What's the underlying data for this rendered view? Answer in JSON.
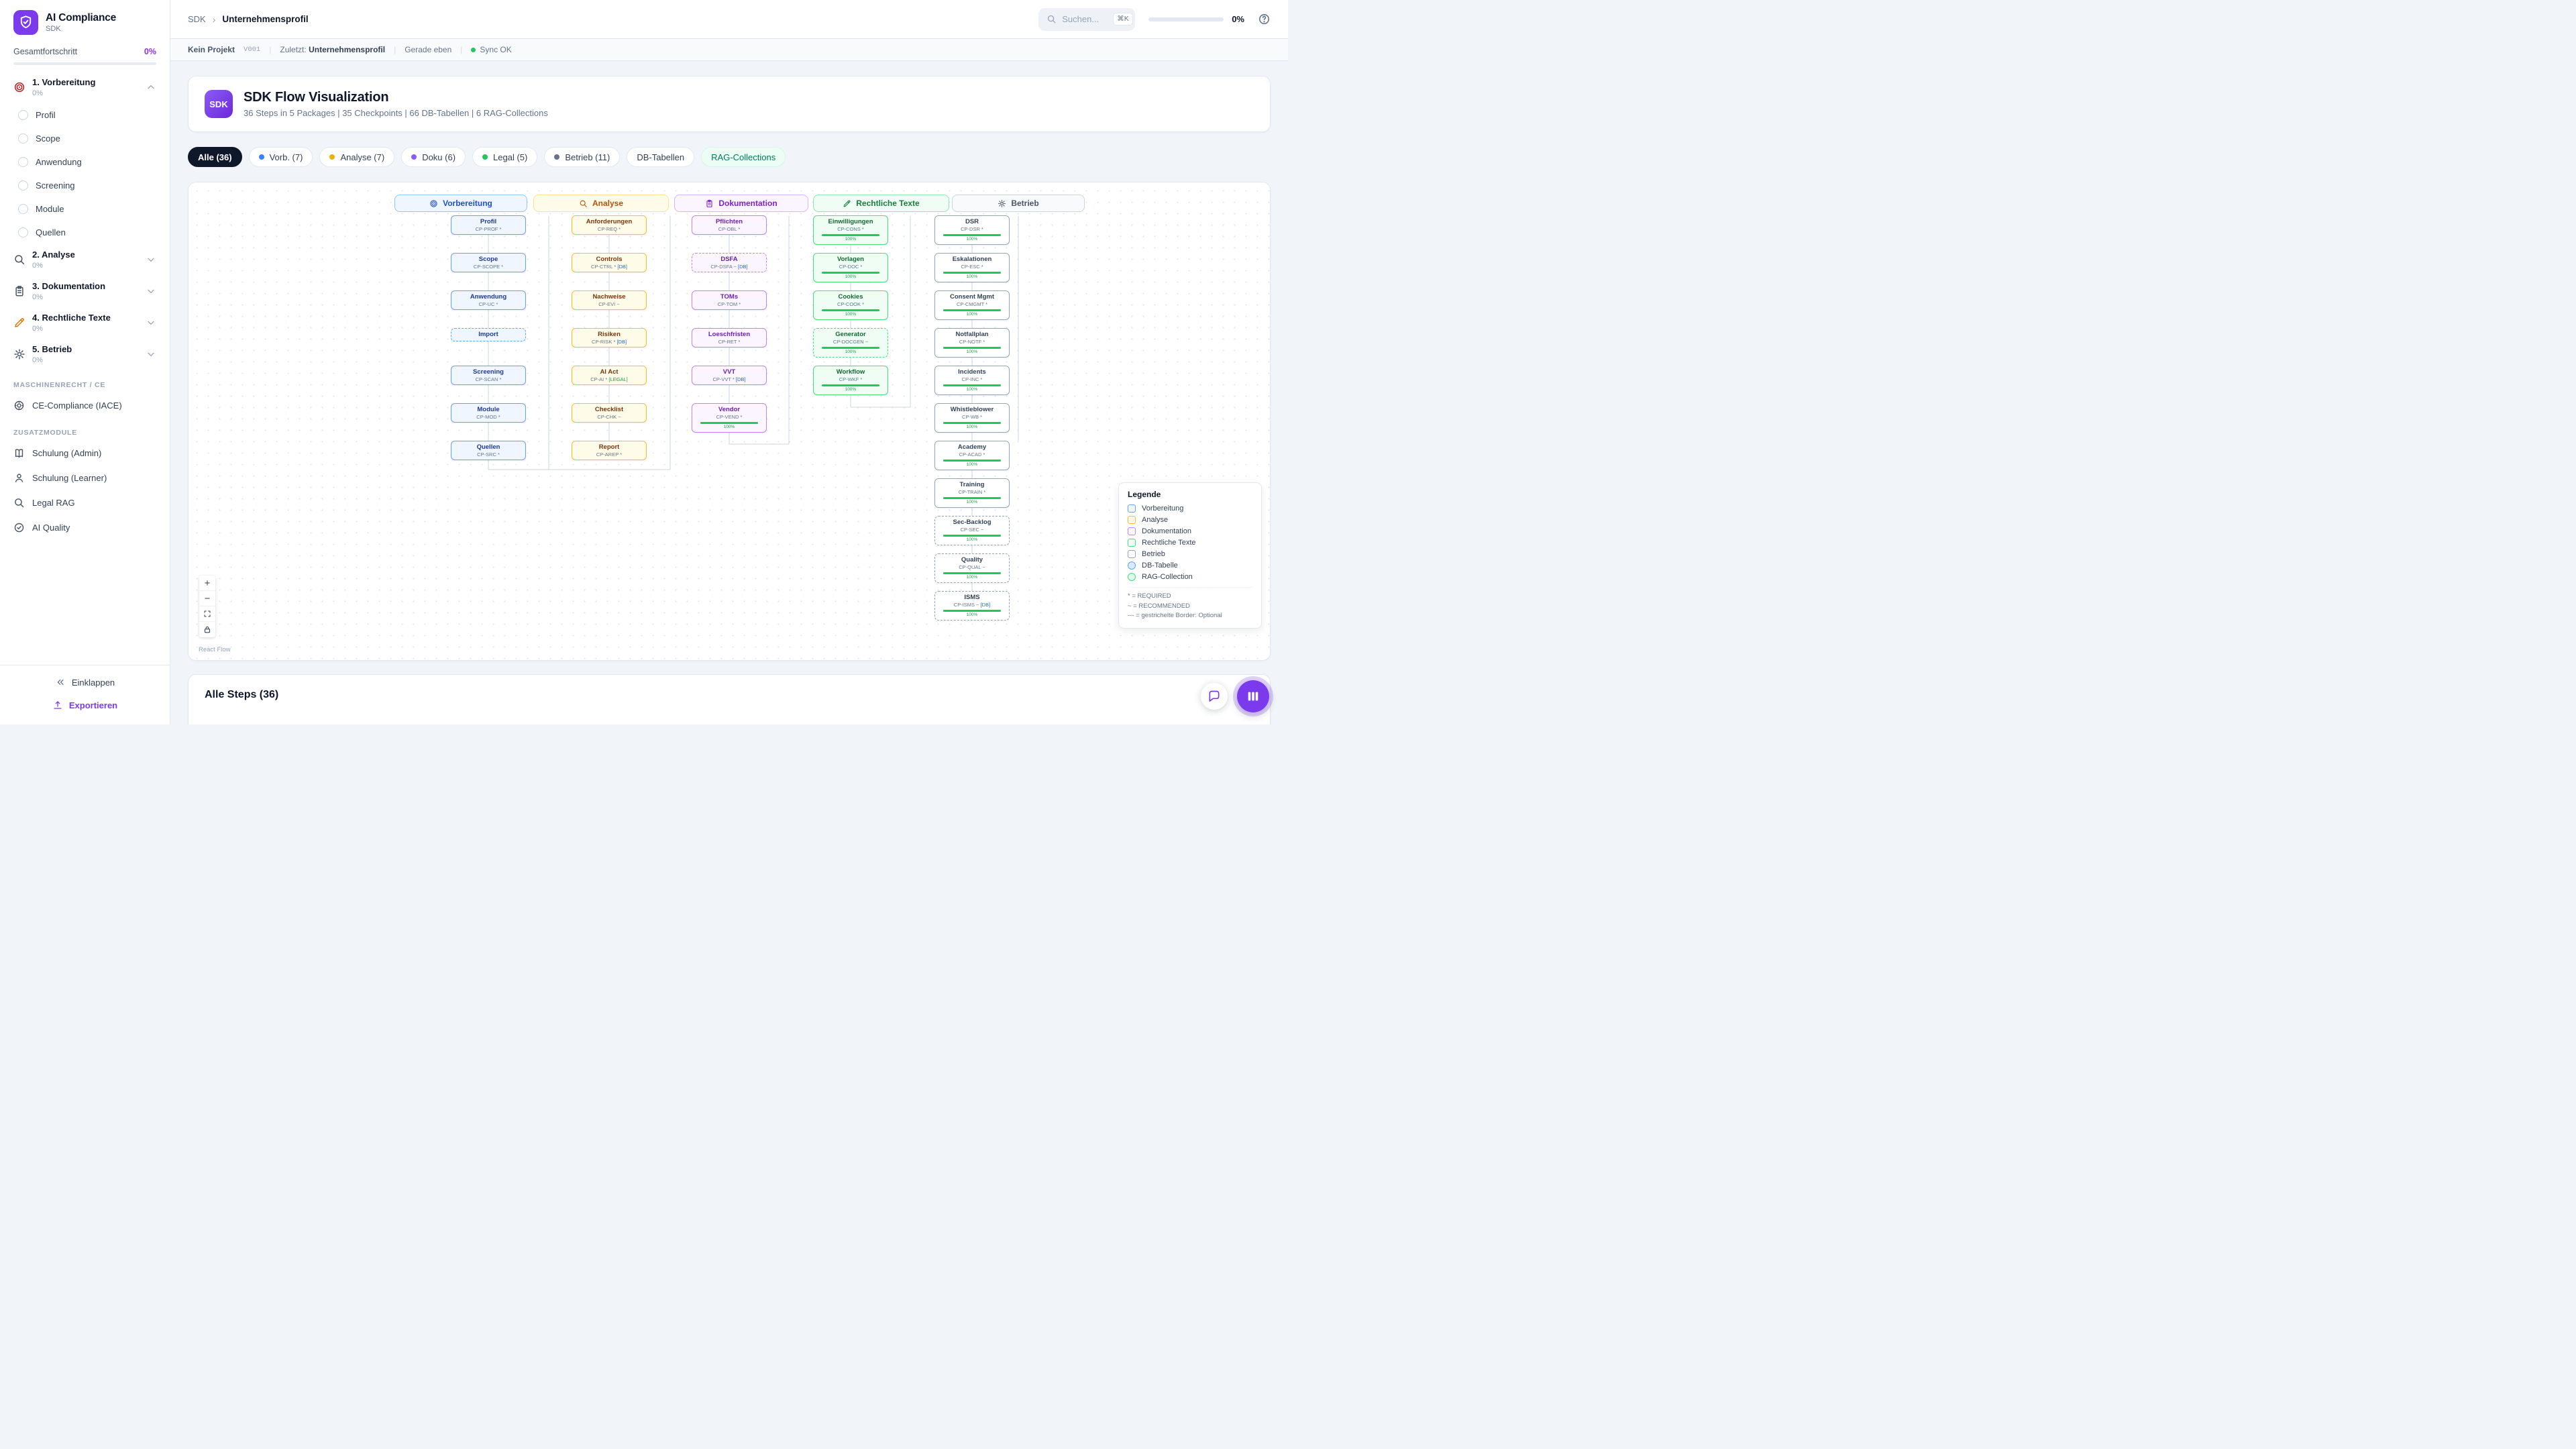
{
  "app": {
    "bg": "#f1f5f9",
    "accent": "#7c3aed"
  },
  "sidebar": {
    "logo": {
      "title": "AI Compliance",
      "subtitle": "SDK",
      "icon": "shield-check-icon",
      "color": "#7c3aed"
    },
    "progress": {
      "label": "Gesamtfortschritt",
      "value": "0%"
    },
    "sections": [
      {
        "label": "1. Vorbereitung",
        "percent": "0%",
        "icon": "target-icon",
        "icon_color": "#b91c1c",
        "expanded": true,
        "items": [
          "Profil",
          "Scope",
          "Anwendung",
          "Screening",
          "Module",
          "Quellen"
        ]
      },
      {
        "label": "2. Analyse",
        "percent": "0%",
        "icon": "search-icon",
        "icon_color": "#475569"
      },
      {
        "label": "3. Dokumentation",
        "percent": "0%",
        "icon": "clipboard-icon",
        "icon_color": "#475569"
      },
      {
        "label": "4. Rechtliche Texte",
        "percent": "0%",
        "icon": "pencil-icon",
        "icon_color": "#d97706"
      },
      {
        "label": "5. Betrieb",
        "percent": "0%",
        "icon": "gear-icon",
        "icon_color": "#475569"
      }
    ],
    "groups": [
      {
        "header": "MASCHINENRECHT / CE",
        "items": [
          {
            "label": "CE-Compliance (IACE)",
            "icon": "ce-badge-icon"
          }
        ]
      },
      {
        "header": "ZUSATZMODULE",
        "items": [
          {
            "label": "Schulung (Admin)",
            "icon": "book-icon"
          },
          {
            "label": "Schulung (Learner)",
            "icon": "person-icon"
          },
          {
            "label": "Legal RAG",
            "icon": "search-icon"
          },
          {
            "label": "AI Quality",
            "icon": "check-circle-icon"
          }
        ]
      }
    ],
    "footer": {
      "collapse_label": "Einklappen",
      "export_label": "Exportieren"
    }
  },
  "header": {
    "breadcrumb": {
      "root": "SDK",
      "current": "Unternehmensprofil"
    },
    "search": {
      "placeholder": "Suchen...",
      "shortcut": "⌘K"
    },
    "progress_value": "0%"
  },
  "statusbar": {
    "project": "Kein Projekt",
    "version": "V001",
    "last_label": "Zuletzt:",
    "last_value": "Unternehmensprofil",
    "timestamp": "Gerade eben",
    "sync_label": "Sync OK",
    "sync_color": "#22c55e"
  },
  "hero": {
    "badge_label": "SDK",
    "title": "SDK Flow Visualization",
    "subtitle": "36 Steps in 5 Packages | 35 Checkpoints | 66 DB-Tabellen | 6 RAG-Collections"
  },
  "filters": [
    {
      "label": "Alle (36)",
      "active": true
    },
    {
      "label": "Vorb. (7)",
      "dot": "#3b82f6"
    },
    {
      "label": "Analyse (7)",
      "dot": "#eab308"
    },
    {
      "label": "Doku (6)",
      "dot": "#8b5cf6"
    },
    {
      "label": "Legal (5)",
      "dot": "#22c55e"
    },
    {
      "label": "Betrieb (11)",
      "dot": "#64748b"
    },
    {
      "label": "DB-Tabellen"
    },
    {
      "label": "RAG-Collections",
      "tint": {
        "bg": "#ecfdf5",
        "text": "#047857",
        "border": "#d1fae5"
      }
    }
  ],
  "flow": {
    "attribution": "React Flow",
    "columns": [
      {
        "title": "Vorbereitung",
        "icon": "target-icon",
        "colors": {
          "hdr_bg": "#eff6ff",
          "hdr_border": "#93c5fd",
          "hdr_text": "#1d4ed8",
          "node_bg": "#eff6ff",
          "node_border": "#60a5fa",
          "node_text": "#1e3a8a"
        },
        "nodes": [
          {
            "title": "Profil",
            "code": "CP-PROF *"
          },
          {
            "title": "Scope",
            "code": "CP-SCOPE *"
          },
          {
            "title": "Anwendung",
            "code": "CP-UC *"
          },
          {
            "title": "Import",
            "dashed": true
          },
          {
            "title": "Screening",
            "code": "CP-SCAN *"
          },
          {
            "title": "Module",
            "code": "CP-MOD *"
          },
          {
            "title": "Quellen",
            "code": "CP-SRC *"
          }
        ]
      },
      {
        "title": "Analyse",
        "icon": "search-icon",
        "colors": {
          "hdr_bg": "#fefce8",
          "hdr_border": "#fde68a",
          "hdr_text": "#b45309",
          "node_bg": "#fefce8",
          "node_border": "#fbbf24",
          "node_text": "#78350f"
        },
        "nodes": [
          {
            "title": "Anforderungen",
            "code": "CP-REQ *"
          },
          {
            "title": "Controls",
            "code": "CP-CTRL *",
            "tag": "[DB]",
            "tag_color": "#2563eb"
          },
          {
            "title": "Nachweise",
            "code": "CP-EVI ~"
          },
          {
            "title": "Risiken",
            "code": "CP-RISK *",
            "tag": "[DB]",
            "tag_color": "#2563eb"
          },
          {
            "title": "AI Act",
            "code": "CP-AI *",
            "tag": "[LEGAL]",
            "tag_color": "#16a34a"
          },
          {
            "title": "Checklist",
            "code": "CP-CHK ~"
          },
          {
            "title": "Report",
            "code": "CP-AREP *"
          }
        ]
      },
      {
        "title": "Dokumentation",
        "icon": "clipboard-icon",
        "colors": {
          "hdr_bg": "#faf5ff",
          "hdr_border": "#d8b4fe",
          "hdr_text": "#7e22ce",
          "node_bg": "#faf5ff",
          "node_border": "#c084fc",
          "node_text": "#6b21a8"
        },
        "nodes": [
          {
            "title": "Pflichten",
            "code": "CP-OBL *"
          },
          {
            "title": "DSFA",
            "code": "CP-DSFA ~",
            "tag": "[DB]",
            "tag_color": "#2563eb",
            "dashed": true
          },
          {
            "title": "TOMs",
            "code": "CP-TOM *"
          },
          {
            "title": "Loeschfristen",
            "code": "CP-RET *"
          },
          {
            "title": "VVT",
            "code": "CP-VVT *",
            "tag": "[DB]",
            "tag_color": "#2563eb"
          },
          {
            "title": "Vendor",
            "code": "CP-VEND *",
            "progress": "100%"
          }
        ]
      },
      {
        "title": "Rechtliche Texte",
        "icon": "pencil-icon",
        "colors": {
          "hdr_bg": "#f0fdf4",
          "hdr_border": "#86efac",
          "hdr_text": "#15803d",
          "node_bg": "#f0fdf4",
          "node_border": "#4ade80",
          "node_text": "#166534"
        },
        "nodes": [
          {
            "title": "Einwilligungen",
            "code": "CP-CONS *",
            "progress": "100%"
          },
          {
            "title": "Vorlagen",
            "code": "CP-DOC *",
            "progress": "100%"
          },
          {
            "title": "Cookies",
            "code": "CP-COOK *",
            "progress": "100%"
          },
          {
            "title": "Generator",
            "code": "CP-DOCGEN ~",
            "dashed": true,
            "progress": "100%"
          },
          {
            "title": "Workflow",
            "code": "CP-WKF *",
            "progress": "100%"
          }
        ]
      },
      {
        "title": "Betrieb",
        "icon": "gear-icon",
        "colors": {
          "hdr_bg": "#f8fafc",
          "hdr_border": "#cbd5e1",
          "hdr_text": "#475569",
          "node_bg": "#ffffff",
          "node_border": "#94a3b8",
          "node_text": "#334155"
        },
        "nodes": [
          {
            "title": "DSR",
            "code": "CP-DSR *",
            "progress": "100%"
          },
          {
            "title": "Eskalationen",
            "code": "CP-ESC *",
            "progress": "100%"
          },
          {
            "title": "Consent Mgmt",
            "code": "CP-CMGMT *",
            "progress": "100%"
          },
          {
            "title": "Notfallplan",
            "code": "CP-NOTF *",
            "progress": "100%"
          },
          {
            "title": "Incidents",
            "code": "CP-INC *",
            "progress": "100%"
          },
          {
            "title": "Whistleblower",
            "code": "CP-WB *",
            "progress": "100%"
          },
          {
            "title": "Academy",
            "code": "CP-ACAD *",
            "progress": "100%"
          },
          {
            "title": "Training",
            "code": "CP-TRAIN *",
            "progress": "100%"
          },
          {
            "title": "Sec-Backlog",
            "code": "CP-SEC ~",
            "dashed": true,
            "progress": "100%"
          },
          {
            "title": "Quality",
            "code": "CP-QUAL ~",
            "dashed": true,
            "progress": "100%"
          },
          {
            "title": "ISMS",
            "code": "CP-ISMS ~",
            "tag": "[DB]",
            "tag_color": "#2563eb",
            "dashed": true,
            "progress": "100%"
          }
        ]
      }
    ],
    "legend": {
      "title": "Legende",
      "items": [
        {
          "label": "Vorbereitung",
          "shape": "square",
          "color": "#eff6ff",
          "border": "#60a5fa"
        },
        {
          "label": "Analyse",
          "shape": "square",
          "color": "#fefce8",
          "border": "#fbbf24"
        },
        {
          "label": "Dokumentation",
          "shape": "square",
          "color": "#faf5ff",
          "border": "#c084fc"
        },
        {
          "label": "Rechtliche Texte",
          "shape": "square",
          "color": "#f0fdf4",
          "border": "#4ade80"
        },
        {
          "label": "Betrieb",
          "shape": "square",
          "color": "#ffffff",
          "border": "#94a3b8"
        },
        {
          "label": "DB-Tabelle",
          "shape": "circle",
          "color": "#dbeafe",
          "border": "#60a5fa"
        },
        {
          "label": "RAG-Collection",
          "shape": "circle",
          "color": "#dcfce7",
          "border": "#4ade80"
        }
      ],
      "notes": [
        "* = REQUIRED",
        "~ = RECOMMENDED",
        "--- = gestrichelte Border: Optional"
      ]
    },
    "controls": [
      {
        "icon": "plus-icon",
        "name": "zoom-in-button"
      },
      {
        "icon": "minus-icon",
        "name": "zoom-out-button"
      },
      {
        "icon": "fit-view-icon",
        "name": "fit-view-button"
      },
      {
        "icon": "lock-icon",
        "name": "lock-interactivity-button"
      }
    ]
  },
  "steps": {
    "title": "Alle Steps (36)"
  },
  "fabs": [
    {
      "icon": "chat-icon",
      "name": "chat-fab"
    },
    {
      "icon": "columns-icon",
      "name": "apps-fab"
    }
  ]
}
